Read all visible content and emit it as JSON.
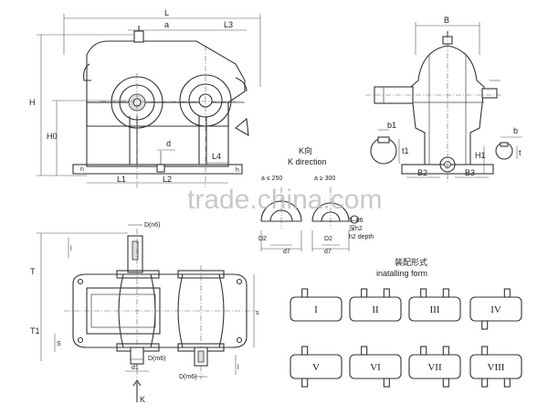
{
  "watermark": "trade.china.com",
  "front_view": {
    "dims": [
      "L",
      "a",
      "L3",
      "H",
      "H0",
      "d",
      "L4",
      "L1",
      "L2",
      "n",
      "h"
    ]
  },
  "side_view": {
    "dims": [
      "B",
      "b1",
      "b",
      "t1",
      "t",
      "H1",
      "B2",
      "B3"
    ]
  },
  "k_direction": {
    "title_cn": "K向",
    "title_en": "K direction",
    "left_cond": "a ≤ 250",
    "right_cond": "a ≥ 300",
    "hole_note_1": "3–d6",
    "hole_note_2": "深h2",
    "hole_note_3": "h2 depth",
    "dims": [
      "D2",
      "d7",
      "D2",
      "d7"
    ]
  },
  "plan_view": {
    "dims": [
      "D(n6)",
      "l",
      "T",
      "T1",
      "S",
      "D(m6)",
      "d1",
      "D(m6)",
      "K",
      "l",
      "s"
    ]
  },
  "install": {
    "title_cn": "装配形式",
    "title_en": "inatalling form",
    "forms": [
      "I",
      "II",
      "III",
      "IV",
      "V",
      "VI",
      "VII",
      "VIII"
    ]
  }
}
